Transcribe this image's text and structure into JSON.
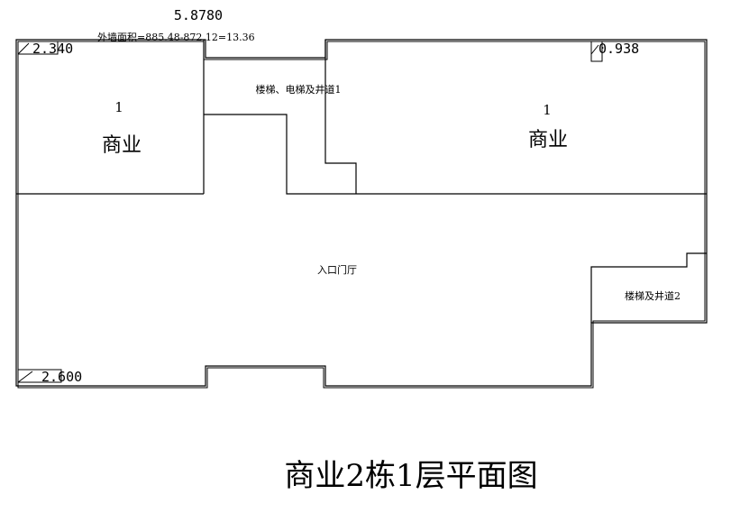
{
  "title": "商业2栋1层平面图",
  "top_dimension": "5.8780",
  "wall_area_note": "外墙面积=885.48-872.12=13.36",
  "dimensions": {
    "top_left": "2.340",
    "top_right": "0.938",
    "bottom_left": "2.600"
  },
  "rooms": {
    "commercial_left": {
      "number": "1",
      "name": "商业"
    },
    "commercial_right": {
      "number": "1",
      "name": "商业"
    },
    "stair_elevator_1": {
      "name": "楼梯、电梯及井道1"
    },
    "lobby": {
      "name": "入口门厅"
    },
    "stair_2": {
      "name": "楼梯及井道2"
    }
  }
}
